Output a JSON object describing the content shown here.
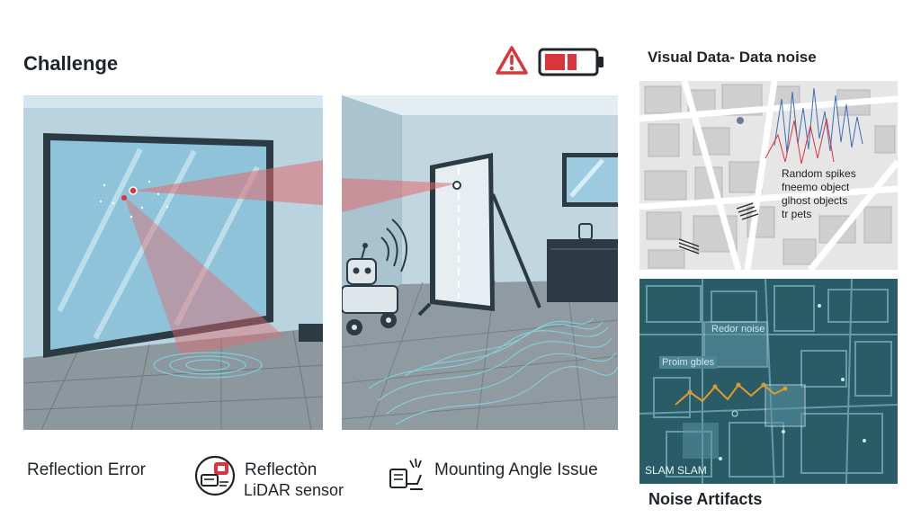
{
  "header": {
    "title": "Challenge",
    "right_title": "Visual Data- Data noise"
  },
  "colors": {
    "accent_red": "#d9353a",
    "wall_blue": "#b9d3df",
    "floor_gray": "#7f8c93",
    "map_dark": "#2a5c68"
  },
  "icons": {
    "warning": "warning-triangle-icon",
    "battery": "battery-low-icon",
    "lidar": "lidar-sensor-icon",
    "mounting": "mounting-angle-icon"
  },
  "light_map": {
    "annotations": [
      "Random spikes",
      "fneemo object",
      "glhost objects",
      "tr pets"
    ]
  },
  "dark_map": {
    "labels": {
      "top": "Redor noise",
      "left": "Proim gbles",
      "bottom_left": "SLAM SLAM"
    }
  },
  "footer": {
    "reflection_error": "Reflection Error",
    "reflection_line1": "Reflectòn",
    "reflection_line2": "LiDAR sensor",
    "mounting": "Mounting Angle Issue",
    "noise_artifacts": "Noise Artifacts"
  }
}
